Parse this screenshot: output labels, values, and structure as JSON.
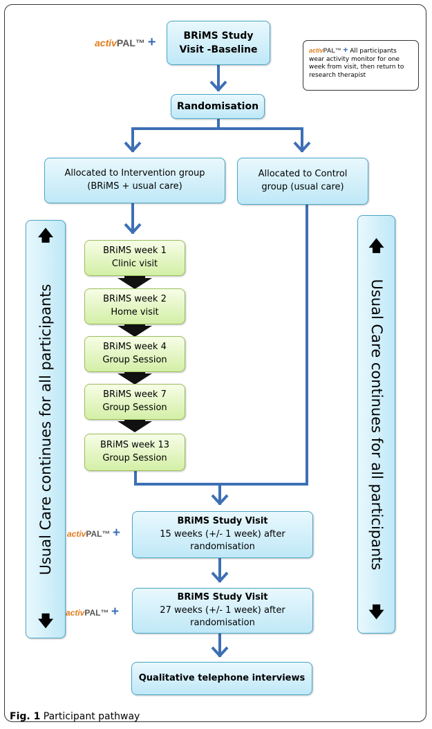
{
  "activpal": {
    "prefix": "activ",
    "suffix": "PAL™",
    "plus": "+"
  },
  "note": {
    "text": "All participants wear activity monitor for one week from visit, then return to research therapist"
  },
  "boxes": {
    "baseline": {
      "line1": "BRiMS Study",
      "line2": "Visit -Baseline"
    },
    "randomisation": "Randomisation",
    "intervention": {
      "line1": "Allocated to Intervention group",
      "line2": "(BRiMS + usual care)"
    },
    "control": {
      "line1": "Allocated to Control",
      "line2": "group (usual care)"
    },
    "weeks": [
      {
        "line1": "BRiMS week 1",
        "line2": "Clinic visit"
      },
      {
        "line1": "BRiMS week 2",
        "line2": "Home visit"
      },
      {
        "line1": "BRiMS week 4",
        "line2": "Group Session"
      },
      {
        "line1": "BRiMS week 7",
        "line2": "Group Session"
      },
      {
        "line1": "BRiMS week 13",
        "line2": "Group Session"
      }
    ],
    "visit15": {
      "title": "BRiMS Study Visit",
      "line2": "15 weeks (+/- 1 week) after",
      "line3": "randomisation"
    },
    "visit27": {
      "title": "BRiMS Study Visit",
      "line2": "27 weeks (+/- 1 week) after",
      "line3": "randomisation"
    },
    "interviews": "Qualitative telephone interviews"
  },
  "side": {
    "text": "Usual Care continues for all participants",
    "up": "🡅",
    "down": "🡇"
  },
  "caption": {
    "label": "Fig. 1",
    "text": "Participant pathway"
  },
  "colors": {
    "line": "#3d6fb5",
    "box_border": "#4aa6c8",
    "green_border": "#9bbf5a",
    "brand_orange": "#e07b1a"
  }
}
